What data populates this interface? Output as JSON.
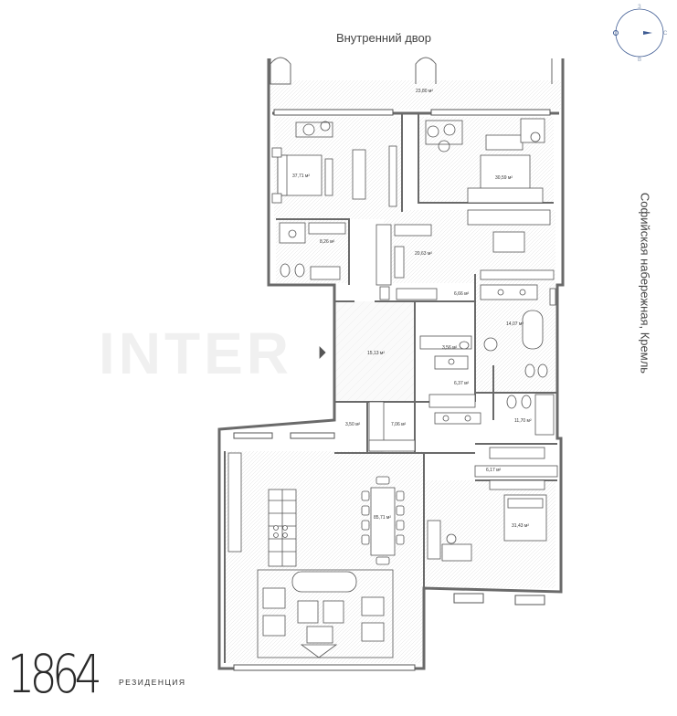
{
  "labels": {
    "courtyard": "Внутренний двор",
    "embankment": "Софийская набережная, Кремль",
    "brand_number": "1864",
    "brand_subtitle": "РЕЗИДЕНЦИЯ",
    "watermark": "INTER"
  },
  "compass": {
    "n": "З",
    "e": "С",
    "s": "В",
    "w": "Ю"
  },
  "areas": {
    "terrace": "23,80 м²",
    "bedroom_left": "37,71 м²",
    "bedroom_right": "30,59 м²",
    "bath_left": "8,26 м²",
    "wardrobe": "20,63 м²",
    "corridor_upper": "6,66 м²",
    "bath_master": "14,07 м²",
    "hall": "15,13 м²",
    "wc_small": "3,56 м²",
    "laundry": "6,37 м²",
    "storage": "3,50 м²",
    "utility": "7,06 м²",
    "bath_lower": "11,70 м²",
    "wardrobe_lower": "6,17 м²",
    "living_dining": "85,71 м²",
    "bedroom_lower": "31,43 м²"
  },
  "colors": {
    "wall": "#6a6a6a",
    "compass_accent": "#3d5a92"
  }
}
